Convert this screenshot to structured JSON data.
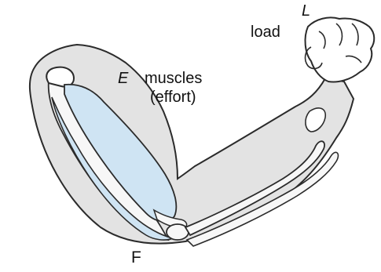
{
  "labels": {
    "load_symbol": "L",
    "load": "load",
    "effort_symbol": "E",
    "muscles": "muscles",
    "effort": "(effort)",
    "fulcrum": "F"
  },
  "colors": {
    "skin": "#e3e3e3",
    "bone": "#f7f7f7",
    "muscle": "#cfe4f3",
    "outline": "#2b2b2b",
    "background": "#ffffff"
  }
}
